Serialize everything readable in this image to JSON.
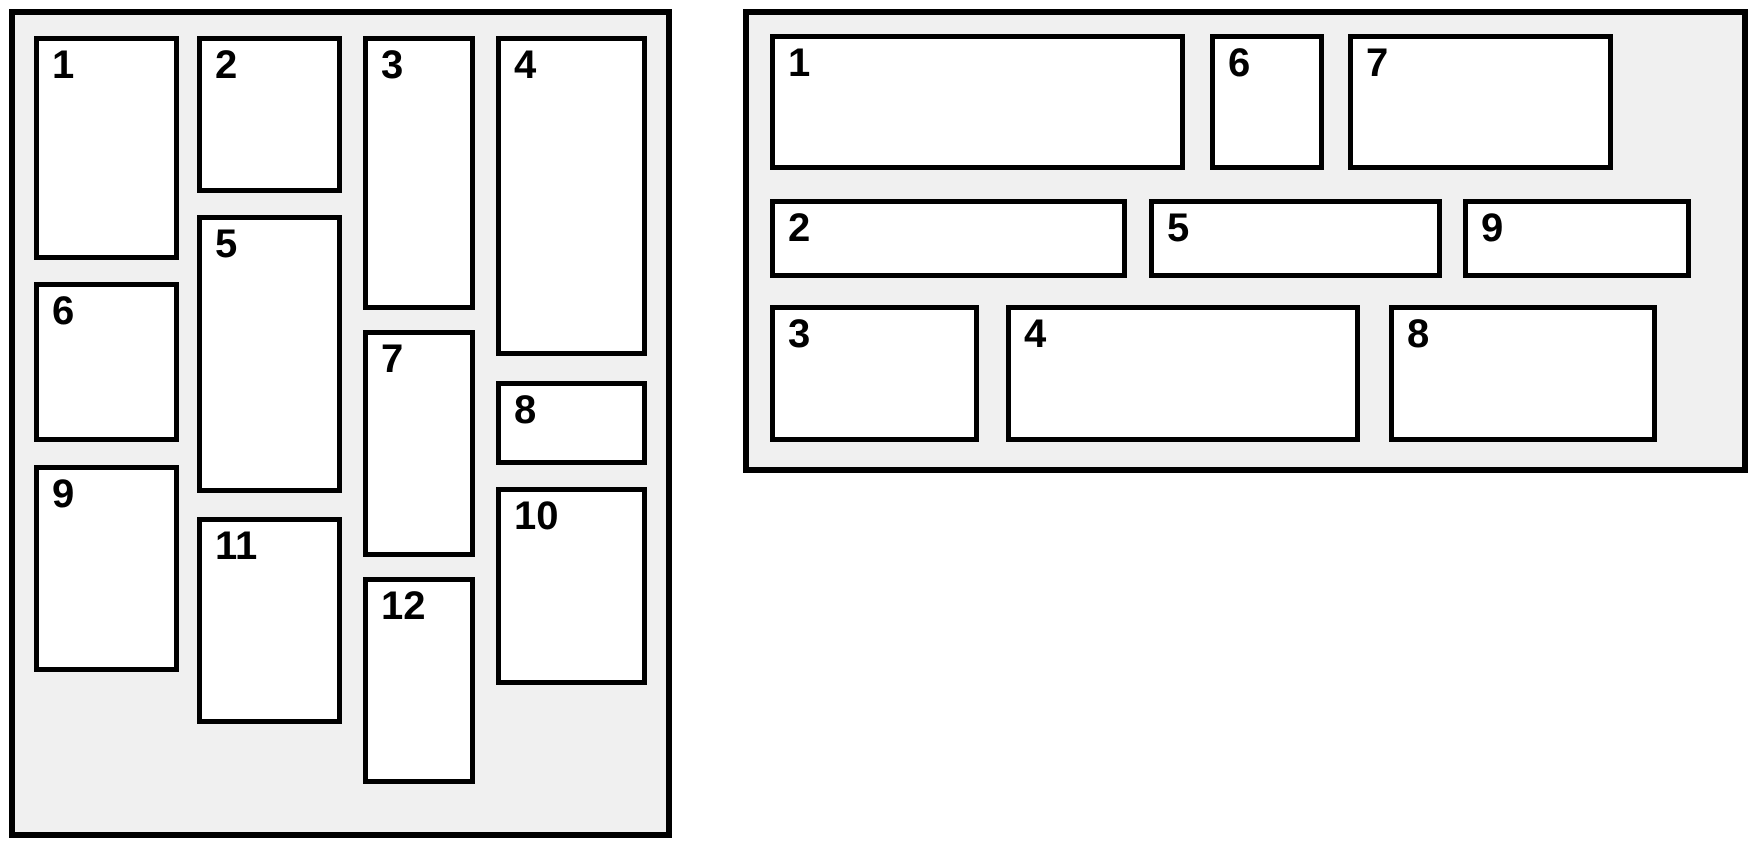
{
  "colors": {
    "page_background": "#ffffff",
    "panel_background": "#f0f0f0",
    "card_background": "#ffffff",
    "border": "#000000",
    "label_text": "#000000"
  },
  "left_panel": {
    "cards": [
      "1",
      "2",
      "3",
      "4",
      "5",
      "6",
      "7",
      "8",
      "9",
      "10",
      "11",
      "12"
    ]
  },
  "right_panel": {
    "cards": [
      "1",
      "2",
      "3",
      "4",
      "5",
      "6",
      "7",
      "8",
      "9"
    ]
  }
}
